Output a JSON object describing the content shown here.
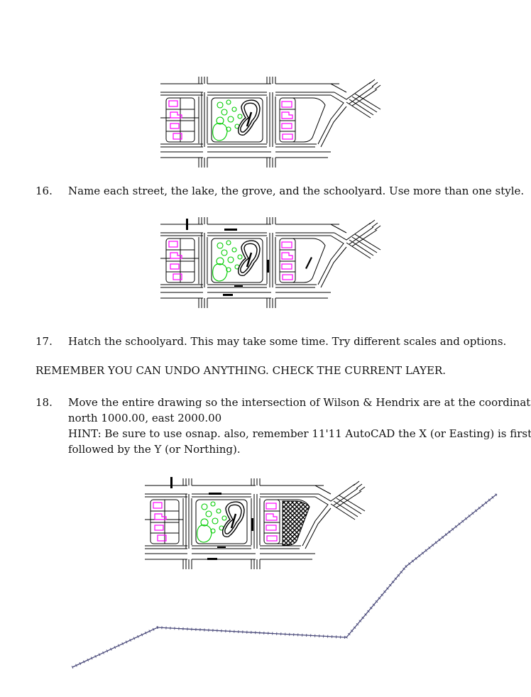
{
  "steps": [
    {
      "number": "16.",
      "text": "Name each street, the lake, the grove, and the schoolyard. Use more than one style."
    },
    {
      "number": "17.",
      "text": "Hatch the schoolyard. This may take some time. Try different scales and options."
    },
    {
      "number": "18.",
      "lines": [
        "Move the entire drawing so the intersection of Wilson & Hendrix are at the coordinates of",
        "north 1000.00, east 2000.00",
        "HINT: Be sure to use osnap. also, remember 11'11 AutoCAD the X (or Easting) is first",
        "followed by the Y (or Northing)."
      ]
    }
  ],
  "reminder": "REMEMBER YOU CAN UNDO ANYTHING. CHECK THE CURRENT LAYER.",
  "colors": {
    "streets": "#000000",
    "houses": "#ff00ff",
    "trees": "#00cc00",
    "traverse": "#4a4a7a"
  }
}
